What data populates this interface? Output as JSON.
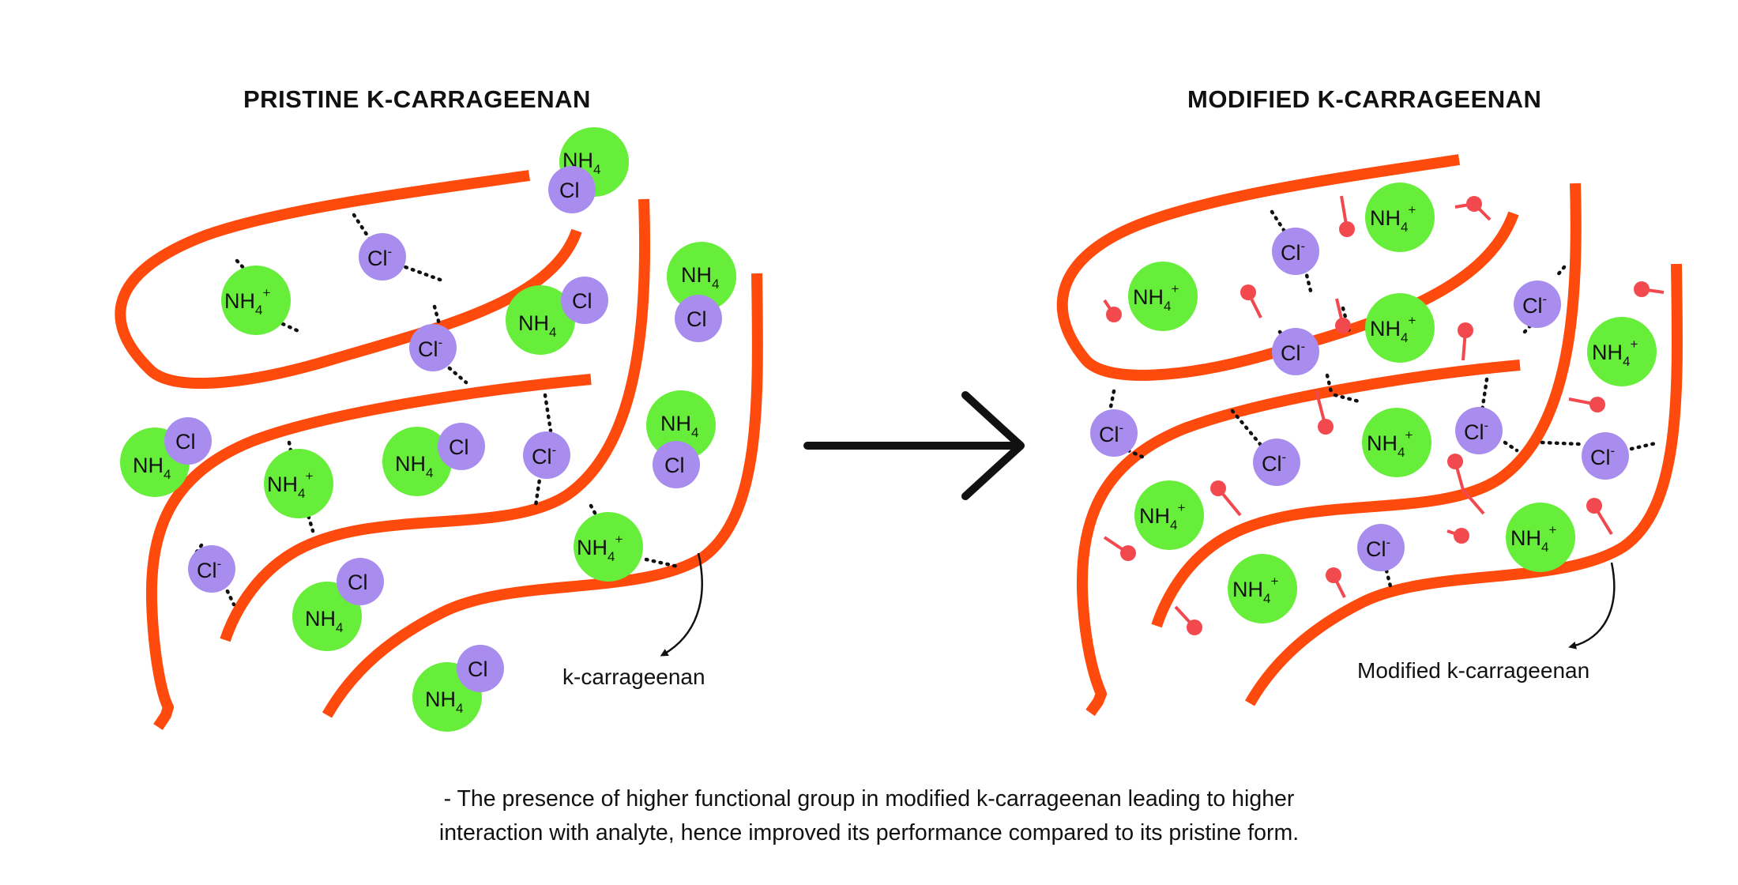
{
  "titles": {
    "left": "PRISTINE K-CARRAGEENAN",
    "right": "MODIFIED K-CARRAGEENAN"
  },
  "labels": {
    "left_chain": "k-carrageenan",
    "right_chain": "Modified k-carrageenan"
  },
  "ions": {
    "ammonium": "NH",
    "ammonium_sub": "4",
    "ammonium_charge": "+",
    "chloride": "Cl",
    "chloride_charge": "-"
  },
  "caption": {
    "line1": "- The presence of higher functional group in modified k-carrageenan leading to higher",
    "line2": "interaction with analyte, hence improved its performance compared to its pristine form."
  },
  "colors": {
    "chain": "#FF4A0D",
    "ammonium": "#66EE3A",
    "chloride": "#A98DEE",
    "functional_group": "#F2494F"
  }
}
